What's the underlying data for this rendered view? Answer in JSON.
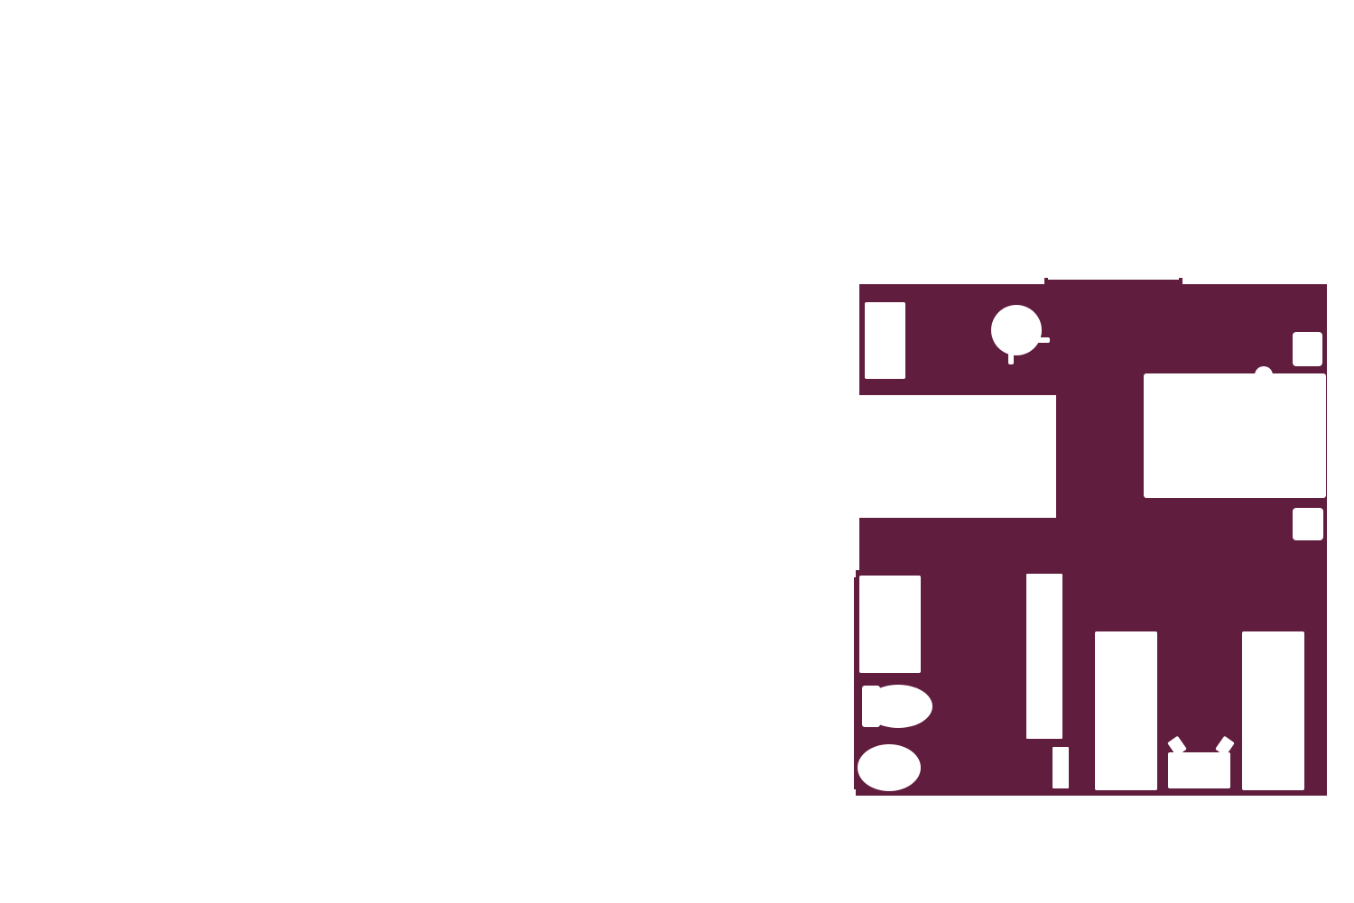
{
  "floor_plan": {
    "colors": {
      "floor": "#611d3e",
      "cutout": "#ffffff",
      "background": "#ffffff"
    },
    "rooms": [
      {
        "id": "living-room",
        "features": [
          "wardrobe",
          "round-table",
          "nightstand",
          "bed",
          "nightstand"
        ]
      },
      {
        "id": "bathroom",
        "features": [
          "bathtub",
          "toilet",
          "sink"
        ]
      },
      {
        "id": "hallway",
        "features": [
          "closet",
          "shelf"
        ]
      },
      {
        "id": "bedroom",
        "features": [
          "bed",
          "bed",
          "nightstand"
        ]
      }
    ]
  }
}
